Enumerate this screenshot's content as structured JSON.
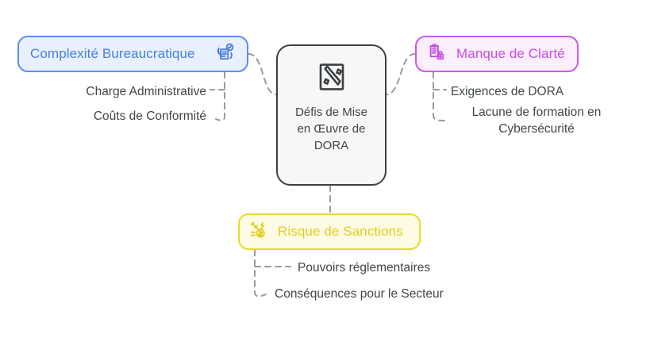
{
  "diagram": {
    "type": "mind-map",
    "background": "#ffffff",
    "center": {
      "title_lines": [
        "Défis de",
        "Mise en",
        "Œuvre de",
        "DORA"
      ],
      "title": "Défis de Mise en Œuvre de DORA",
      "icon": "broken-shield-icon",
      "fill": "#f7f7f7",
      "border": "#3b4044",
      "text_color": "#3f4447"
    },
    "branches": [
      {
        "id": "bureaucratie",
        "label": "Complexité Bureaucratique",
        "icon": "document-checklist-hand-icon",
        "icon_side": "right",
        "fill": "#e8f0fe",
        "border": "#5b8ff0",
        "text_color": "#4a7ddc",
        "items": [
          "Charge Administrative",
          "Coûts de Conformité"
        ]
      },
      {
        "id": "clarte",
        "label": "Manque de Clarté",
        "icon": "clipboard-lock-icon",
        "icon_side": "left",
        "fill": "#fbeefd",
        "border": "#c75bec",
        "text_color": "#c14fe0",
        "items": [
          "Exigences de DORA",
          "Lacune de formation en Cybersécurité"
        ]
      },
      {
        "id": "sanctions",
        "label": "Risque de Sanctions",
        "icon": "gavel-coin-icon",
        "icon_side": "left",
        "fill": "#fdfbe3",
        "border": "#e8dc28",
        "text_color": "#e0cf1e",
        "items": [
          "Pouvoirs réglementaires",
          "Conséquences pour le Secteur"
        ]
      }
    ],
    "sub_item_text_color": "#41464a",
    "connector_color": "#9a9a9a",
    "connector_style": "dashed"
  }
}
